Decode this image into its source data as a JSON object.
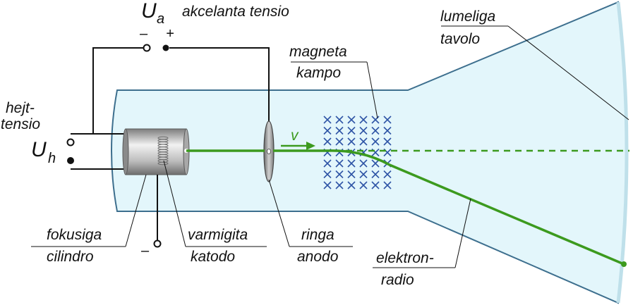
{
  "labels": {
    "ua_symbol": "U",
    "ua_subscript": "a",
    "ua_text": "akcelanta tensio",
    "polarity_minus_top": "–",
    "polarity_plus_top": "+",
    "heating_line1": "hejt-",
    "heating_line2": "tensio",
    "uh_symbol": "U",
    "uh_subscript": "h",
    "focusing_line1": "fokusiga",
    "focusing_line2": "cilindro",
    "cathode_line1": "varmigita",
    "cathode_line2": "katodo",
    "bottom_minus": "–",
    "anode_line1": "ringa",
    "anode_line2": "anodo",
    "magnetic_line1": "magneta",
    "magnetic_line2": "kampo",
    "velocity": "v",
    "screen_line1": "lumeliga",
    "screen_line2": "tavolo",
    "beam_line1": "elektron-",
    "beam_line2": "radio"
  },
  "colors": {
    "tube_fill": "#e3f6fb",
    "tube_stroke": "#3d6f8e",
    "beam": "#3c9a1e",
    "field_marks": "#2f55a6",
    "wire": "#111111"
  }
}
